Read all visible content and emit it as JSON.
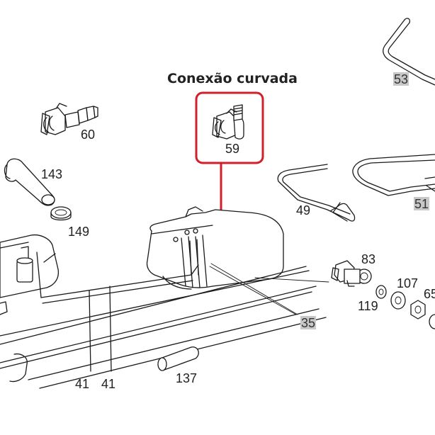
{
  "title": "Conexão curvada",
  "colors": {
    "callout": "#d11f2b",
    "label_highlight": "#c8c8c8",
    "ink": "#1a1a1a"
  },
  "labels": {
    "p53": "53",
    "p51": "51",
    "p60": "60",
    "p59": "59",
    "p143": "143",
    "p149": "149",
    "p49": "49",
    "p83": "83",
    "p107": "107",
    "p65": "65",
    "p119": "119",
    "p35": "35",
    "p41a": "41",
    "p41b": "41",
    "p137": "137"
  }
}
